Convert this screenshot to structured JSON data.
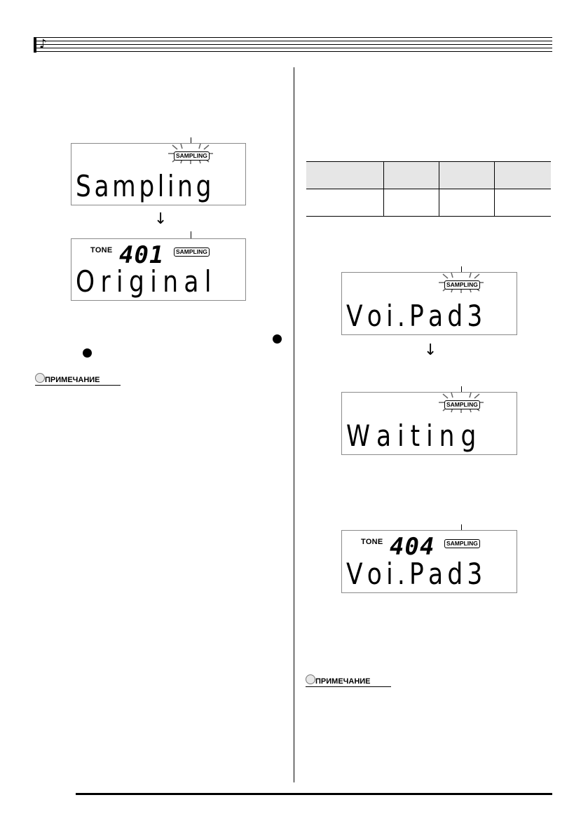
{
  "left_column": {
    "display_sampling": {
      "badge": "SAMPLING",
      "text_chars": [
        "S",
        "a",
        "m",
        "p",
        "l",
        "i",
        "n",
        "g"
      ]
    },
    "display_original": {
      "tone_label": "TONE",
      "tone_number": "401",
      "badge": "SAMPLING",
      "text_chars": [
        "O",
        "r",
        "i",
        "g",
        "i",
        "n",
        "a",
        "l"
      ]
    },
    "note_label": "ПРИМЕЧАНИЕ"
  },
  "right_column": {
    "table": {
      "rows": [
        [
          "",
          "",
          "",
          ""
        ],
        [
          "",
          "",
          "",
          ""
        ]
      ]
    },
    "display_voipad": {
      "badge": "SAMPLING",
      "text_chars": [
        "V",
        "o",
        "i",
        ".",
        "P",
        "a",
        "d",
        "3"
      ]
    },
    "display_waiting": {
      "badge": "SAMPLING",
      "text_chars": [
        "W",
        "a",
        "i",
        "t",
        "i",
        "n",
        "g",
        ""
      ]
    },
    "display_tone404": {
      "tone_label": "TONE",
      "tone_number": "404",
      "badge": "SAMPLING",
      "text_chars": [
        "V",
        "o",
        "i",
        ".",
        "P",
        "a",
        "d",
        "3"
      ]
    },
    "note_label": "ПРИМЕЧАНИЕ"
  },
  "icons": {
    "header": "music-note-icon",
    "note": "magnifier-icon",
    "step": "filled-circle-icon",
    "flow": "down-arrow-icon"
  }
}
